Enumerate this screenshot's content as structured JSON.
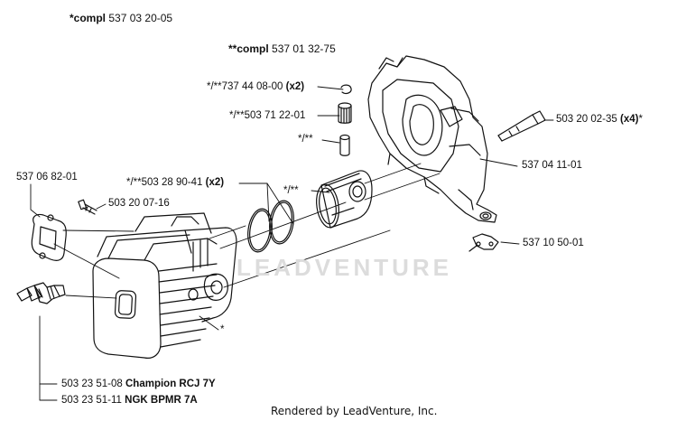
{
  "headers": {
    "compl_main": {
      "prefix": "*compl",
      "number": "537 03 20-05"
    },
    "compl_sub": {
      "prefix": "**compl",
      "number": "537 01 32-75"
    }
  },
  "labels": {
    "retainer": {
      "text": "*/**737 44 08-00",
      "qty": "(x2)"
    },
    "bearing": {
      "text": "*/**503 71 22-01"
    },
    "pin": {
      "text": "*/**"
    },
    "rings": {
      "text": "*/**503 28 90-41",
      "qty": "(x2)"
    },
    "piston": {
      "text": "*/**"
    },
    "gasket": {
      "text": "537 06 82-01"
    },
    "screw_small": {
      "text": "503 20 07-16"
    },
    "screw_long": {
      "text": "503 20 02-35",
      "qty": "(x4)",
      "suffix": "*"
    },
    "crankcase": {
      "text": "537 04 11-01"
    },
    "clip": {
      "text": "537 10 50-01"
    },
    "cylinder_star": {
      "text": "*"
    },
    "plug1": {
      "text": "503 23 51-08",
      "brand": "Champion RCJ 7Y"
    },
    "plug2": {
      "text": "503 23 51-11",
      "brand": "NGK BPMR 7A"
    }
  },
  "watermark": "LEADVENTURE",
  "footer": "Rendered by LeadVenture, Inc."
}
